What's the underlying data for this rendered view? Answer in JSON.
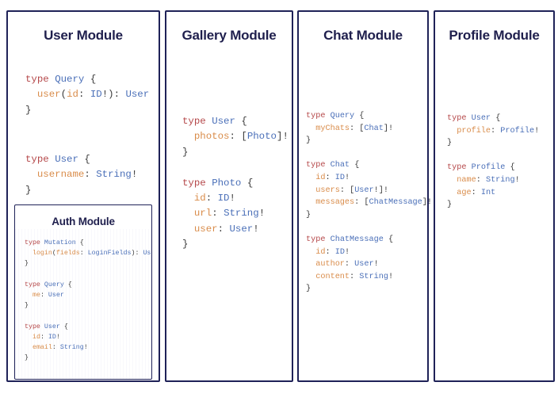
{
  "page": {
    "background_color": "#ffffff",
    "border_color": "#1f2258",
    "title_color": "#1f1f4d"
  },
  "syntax_colors": {
    "keyword": "#b5484a",
    "type_name": "#4a6fb8",
    "field_name": "#d98c4a",
    "punctuation": "#3a3a3a"
  },
  "modules": {
    "user": {
      "title": "User Module",
      "code_blocks": [
        "type Query {\n  user(id: ID!): User\n}",
        "type User {\n  username: String!\n}"
      ]
    },
    "auth": {
      "title": "Auth Module",
      "code_blocks": [
        "type Mutation {\n  login(fields: LoginFields): User\n}",
        "type Query {\n  me: User\n}",
        "type User {\n  id: ID!\n  email: String!\n}"
      ]
    },
    "gallery": {
      "title": "Gallery Module",
      "code_blocks": [
        "type User {\n  photos: [Photo]!\n}",
        "type Photo {\n  id: ID!\n  url: String!\n  user: User!\n}"
      ]
    },
    "chat": {
      "title": "Chat Module",
      "code_blocks": [
        "type Query {\n  myChats: [Chat]!\n}",
        "type Chat {\n  id: ID!\n  users: [User!]!\n  messages: [ChatMessage]!\n}",
        "type ChatMessage {\n  id: ID!\n  author: User!\n  content: String!\n}"
      ]
    },
    "profile": {
      "title": "Profile Module",
      "code_blocks": [
        "type User {\n  profile: Profile!\n}",
        "type Profile {\n  name: String!\n  age: Int\n}"
      ]
    }
  }
}
